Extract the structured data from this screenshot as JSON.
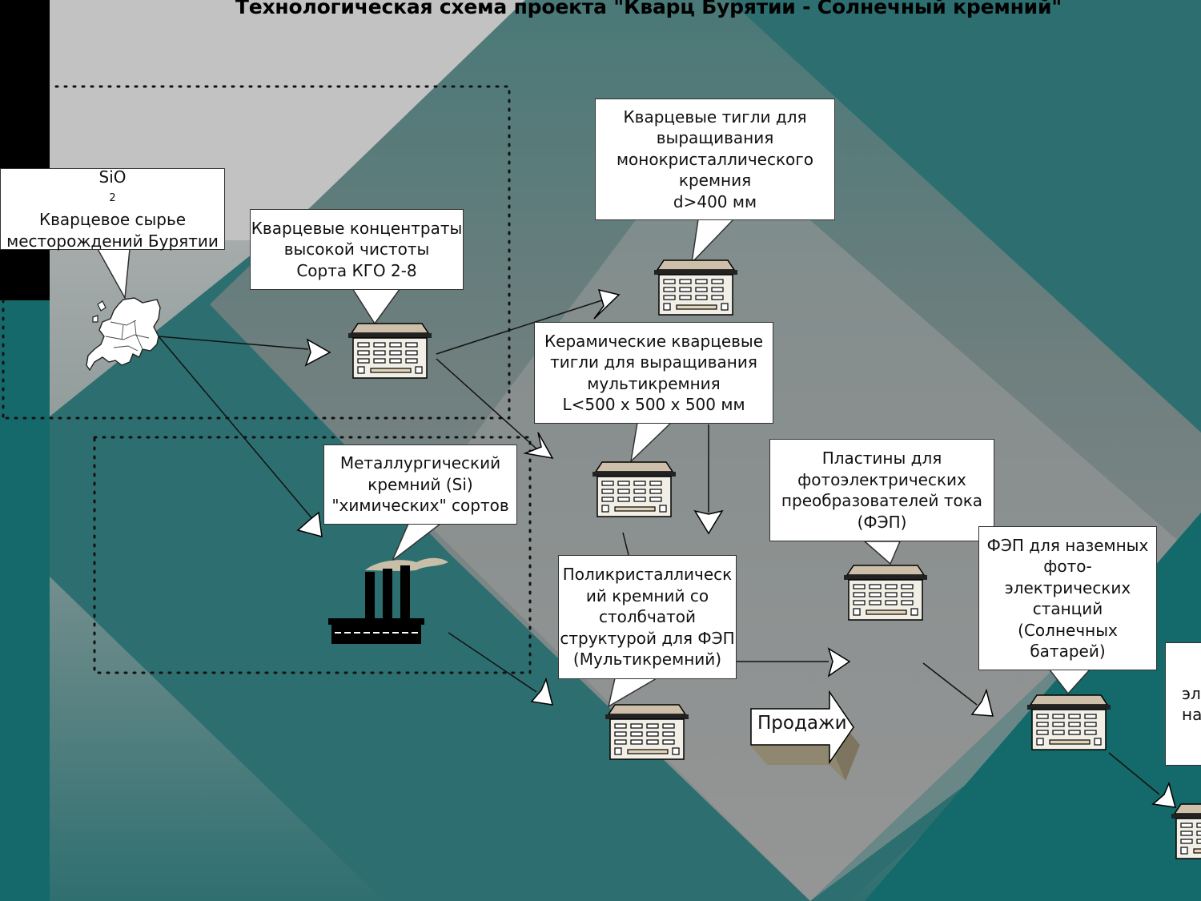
{
  "title": "Технологическая схема проекта \"Кварц Бурятии - Солнечный кремний\"",
  "colors": {
    "teal": "#1e6a6c",
    "grey_diamond": "#9a9a9a",
    "dark_teal_diamond": "#4e7776",
    "black_bar": "#000000",
    "callout_fill": "#ffffff"
  },
  "callouts": {
    "raw": {
      "formula_main": "SiO",
      "formula_sub": "2",
      "lines": [
        "Кварцевое сырье",
        "месторождений Бурятии"
      ]
    },
    "concentrate": {
      "lines": [
        "Кварцевые концентраты",
        "высокой чистоты",
        "Сорта КГО 2-8"
      ]
    },
    "mono_crucibles": {
      "lines": [
        "Кварцевые тигли для",
        "выращивания",
        "монокристаллического",
        "кремния",
        "d>400 мм"
      ]
    },
    "ceramic_crucibles": {
      "lines": [
        "Керамические кварцевые",
        "тигли для выращивания",
        "мультикремния",
        "L<500 x 500 x 500 мм"
      ]
    },
    "metallurgical": {
      "lines": [
        "Металлургический",
        "кремний (Si)",
        "\"химических\" сортов"
      ]
    },
    "wafers": {
      "lines": [
        "Пластины для",
        "фотоэлектрических",
        "преобразователей тока",
        "(ФЭП)"
      ]
    },
    "polysilicon": {
      "lines": [
        "Поликристаллическ",
        "ий кремний со",
        "столбчатой",
        "структурой для ФЭП",
        "(Мультикремний)"
      ]
    },
    "solar_stations": {
      "lines": [
        "ФЭП для наземных",
        "фото-",
        "электрических",
        "станций",
        "(Солнечных",
        "батарей)"
      ]
    },
    "cut_off": {
      "lines": [
        "эле",
        "на"
      ]
    }
  },
  "sales_label": "Продажи",
  "icons": {
    "map": "europe-map-icon",
    "factory": "factory-building-icon",
    "plant": "smokestack-plant-icon",
    "arrow": "flow-arrow-icon"
  }
}
